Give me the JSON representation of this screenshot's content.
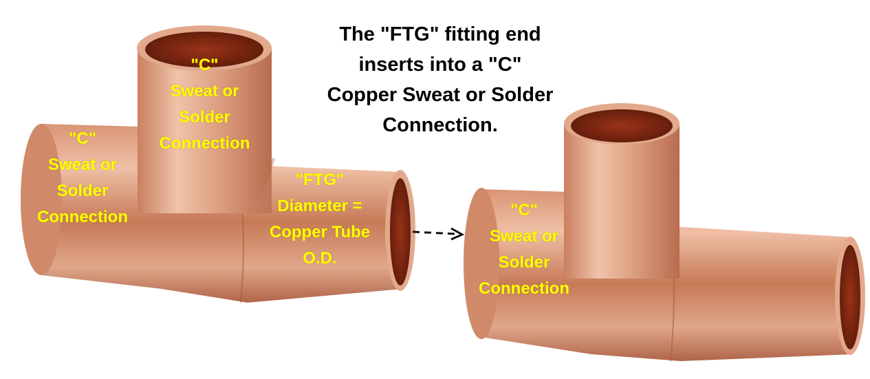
{
  "caption": {
    "lines": [
      "The \"FTG\" fitting end",
      "inserts into a \"C\"",
      "Copper Sweat or Solder",
      "Connection."
    ]
  },
  "left_fitting": {
    "labels": {
      "top_branch": [
        "\"C\"",
        "Sweat or",
        "Solder",
        "Connection"
      ],
      "left_end": [
        "\"C\"",
        "Sweat or",
        "Solder",
        "Connection"
      ],
      "right_end": [
        "\"FTG\"",
        "Diameter =",
        "Copper Tube",
        "O.D."
      ]
    }
  },
  "right_fitting": {
    "labels": {
      "left_end": [
        "\"C\"",
        "Sweat or",
        "Solder",
        "Connection"
      ]
    }
  },
  "arrow": {
    "style": "dashed",
    "direction": "right"
  },
  "colors": {
    "label_text": "#ffff00",
    "caption_text": "#000000",
    "copper_light": "#e8a98a",
    "copper_mid": "#c87a58",
    "copper_dark": "#8a3e22",
    "copper_inside": "#7a2410"
  }
}
